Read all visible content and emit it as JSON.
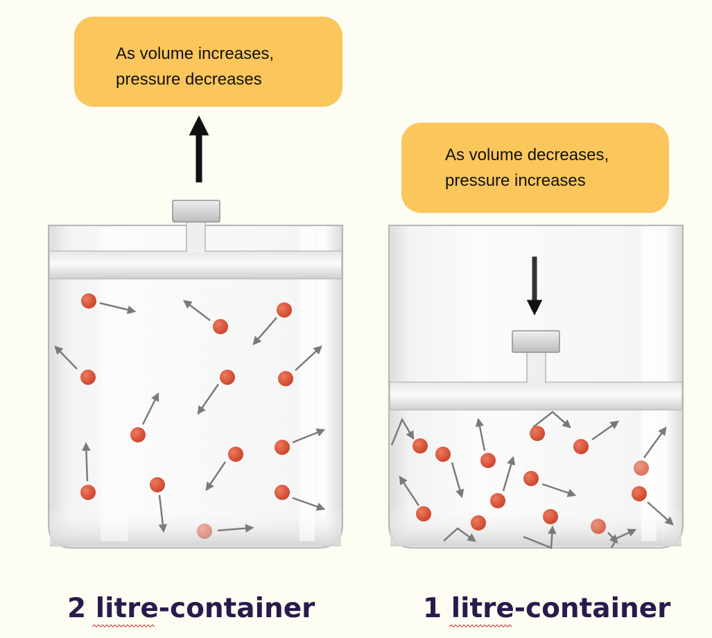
{
  "colors": {
    "background": "#fdfdf3",
    "callout": "#fbc65c",
    "molecule": "#d8553a",
    "arrow": "#777777",
    "caption": "#2a1a4c"
  },
  "icons": {
    "piston_handle": "piston-knob-icon",
    "direction_arrow": "arrow-icon"
  },
  "callouts": {
    "left": {
      "line1": "As volume increases,",
      "line2": "pressure decreases"
    },
    "right": {
      "line1": "As volume decreases,",
      "line2": "pressure increases"
    }
  },
  "containers": {
    "left": {
      "caption": "2 litre-container",
      "piston_motion": "up"
    },
    "right": {
      "caption": "1 litre-container",
      "piston_motion": "down"
    }
  }
}
